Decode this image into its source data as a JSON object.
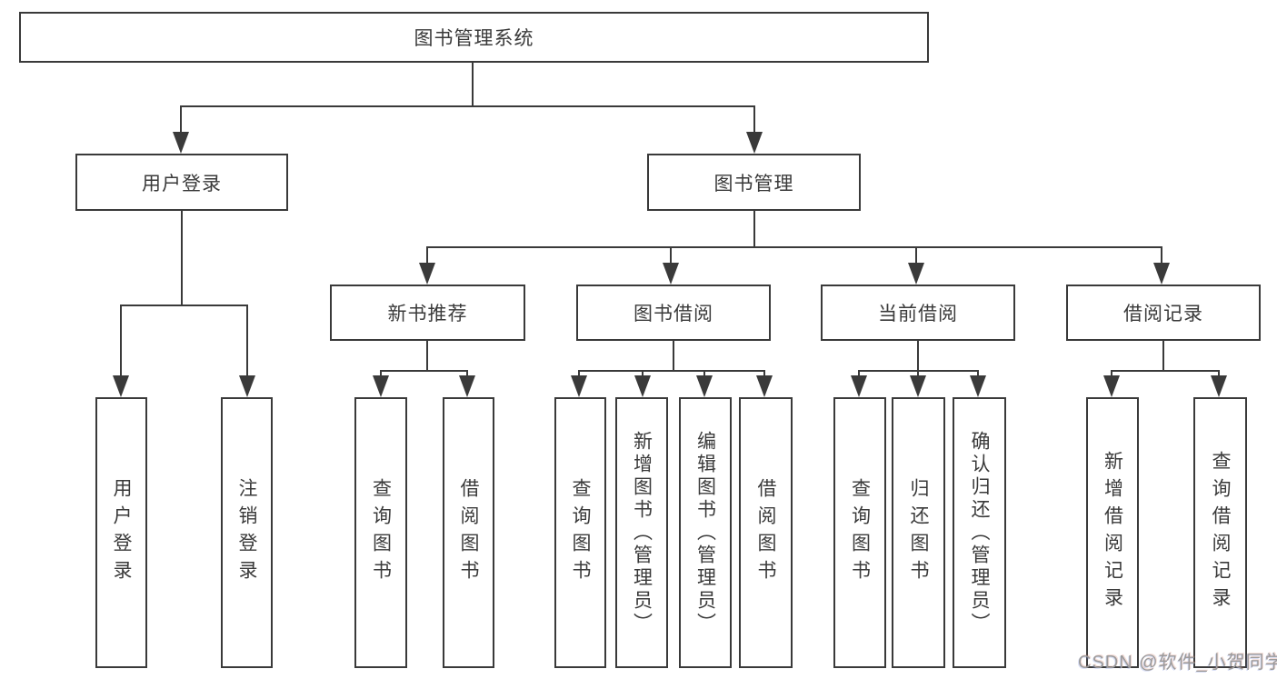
{
  "diagram": {
    "root": {
      "label": "图书管理系统"
    },
    "level2": [
      {
        "label": "用户登录"
      },
      {
        "label": "图书管理"
      }
    ],
    "level3": [
      {
        "label": "新书推荐"
      },
      {
        "label": "图书借阅"
      },
      {
        "label": "当前借阅"
      },
      {
        "label": "借阅记录"
      }
    ],
    "leaves": [
      {
        "label": "用户登录"
      },
      {
        "label": "注销登录"
      },
      {
        "label": "查询图书"
      },
      {
        "label": "借阅图书"
      },
      {
        "label": "查询图书"
      },
      {
        "label": "新增图书（管理员）"
      },
      {
        "label": "编辑图书（管理员）"
      },
      {
        "label": "借阅图书"
      },
      {
        "label": "查询图书"
      },
      {
        "label": "归还图书"
      },
      {
        "label": "确认归还（管理员）"
      },
      {
        "label": "新增借阅记录"
      },
      {
        "label": "查询借阅记录"
      }
    ]
  },
  "watermark": {
    "text": "CSDN @软件_小贺同学"
  },
  "colors": {
    "line": "#3a3a3a",
    "text": "#3a3a3a",
    "box_background": "#ffffff",
    "watermark": "#9b9b9b",
    "background": "#ffffff"
  }
}
